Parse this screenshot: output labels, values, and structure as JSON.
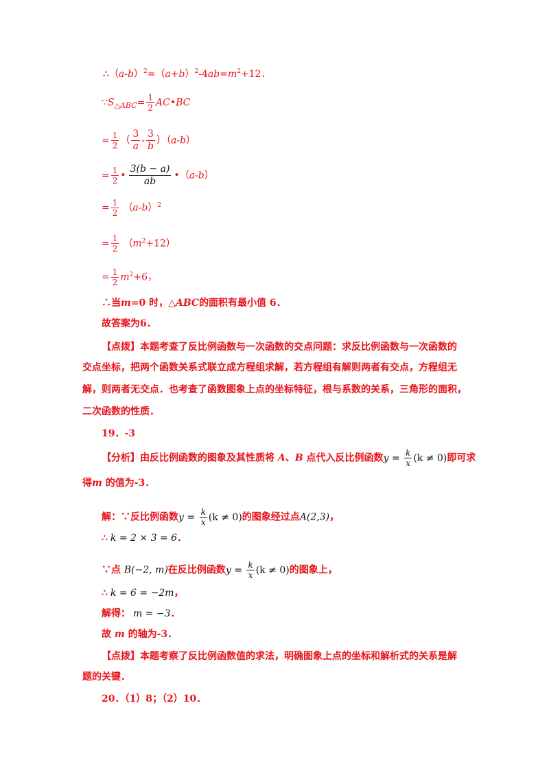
{
  "sol18": {
    "l1": {
      "therefore": "∴",
      "lp": "（",
      "ab1": "a-b",
      "rp": "）",
      "sq": "2",
      "eq": "=（",
      "apb": "a+b",
      "rp2": "）",
      "sq2": "2",
      "m4ab": "-4",
      "ab": "ab",
      "eq2": "=",
      "m": "m",
      "sq3": "2",
      "tail": "+12．"
    },
    "l2": {
      "because": "∵",
      "S": "S",
      "tri": "△ABC",
      "eq": "=",
      "num": "1",
      "den": "2",
      "rest": "AC•BC"
    },
    "l3": {
      "eq": "=",
      "hnum": "1",
      "hden": "2",
      "lp": "（",
      "n1": "3",
      "d1": "a",
      "minus": "-",
      "n2": "3",
      "d2": "b",
      "rp": "）",
      "lp2": "（",
      "ab": "a-b",
      "rp2": "）"
    },
    "l4": {
      "eq": "=",
      "hnum": "1",
      "hden": "2",
      "dot": "•",
      "fnum": "3(b − a)",
      "fden": "ab",
      "dot2": "•",
      "lp": "（",
      "ab": "a-b",
      "rp": "）"
    },
    "l5": {
      "eq": "=",
      "hnum": "1",
      "hden": "2",
      "lp": "（",
      "ab": "a-b",
      "rp": "）",
      "sq": "2"
    },
    "l6": {
      "eq": "=",
      "hnum": "1",
      "hden": "2",
      "lp": "（",
      "m": "m",
      "sq": "2",
      "tail": "+12）"
    },
    "l7": {
      "eq": "=",
      "hnum": "1",
      "hden": "2",
      "m": "m",
      "sq": "2",
      "tail": "+6，"
    },
    "l8": {
      "pre": "∴当",
      "m": "m",
      "mid": "=0 时，△",
      "abc": "ABC",
      "tail": "的面积有最小值 6．"
    },
    "l9": "故答案为6．",
    "dianbo": {
      "label": "【点拨】",
      "l1": "本题考查了反比例函数与一次函数的交点问题：求反比例函数与一次函数的",
      "l2": "交点坐标，把两个函数关系式联立成方程组求解，若方程组有解则两者有交点，方程组无",
      "l3": "解，则两者无交点．也考查了函数图象上点的坐标特征，根与系数的关系，三角形的面积，",
      "l4": "二次函数的性质．"
    }
  },
  "q19": {
    "header": "19．-3",
    "analysis": {
      "label": "【分析】",
      "t1": "由反比例函数的图象及其性质将 ",
      "A": "A",
      "sep": "、",
      "B": "B",
      "t2": " 点代入反比例函数",
      "y": "y",
      "feq": " = ",
      "fnum": "k",
      "fden": "x",
      "cond": "(k ≠ 0)",
      "t3": "即可求",
      "l2a": "得",
      "m": "m",
      "l2b": " 的值为-3．"
    },
    "s1": {
      "jie": "解：",
      "t1": "∵反比例函数",
      "y": "y",
      "feq": " = ",
      "fnum": "k",
      "fden": "x",
      "cond": "(k ≠ 0)",
      "t2": "的图象经过点",
      "pt": "A(2,3)",
      "tail": "，"
    },
    "s2": {
      "therefore": "∴",
      "eq": "k = 2 × 3 = 6",
      "tail": "．"
    },
    "s3": {
      "t1": "∵点 ",
      "pt": "B(−2, m)",
      "t2": "在反比例函数",
      "y": "y",
      "feq": " = ",
      "fnum": "k",
      "fden": "x",
      "cond": "(k ≠ 0)",
      "t3": "的图象上，"
    },
    "s4": {
      "therefore": "∴",
      "eq": "k = 6 = −2m",
      "tail": "，"
    },
    "s5": {
      "t1": "解得：",
      "eq": "m = −3",
      "tail": "．"
    },
    "s6": {
      "t1": "故 ",
      "m": "m",
      "t2": " 的轴为-3．"
    },
    "dianbo": {
      "label": "【点拨】",
      "l1": "本题考察了反比例函数值的求法，明确图象上点的坐标和解析式的关系是解",
      "l2": "题的关键．"
    }
  },
  "q20": {
    "header": "20．（1）8；（2）10．"
  }
}
